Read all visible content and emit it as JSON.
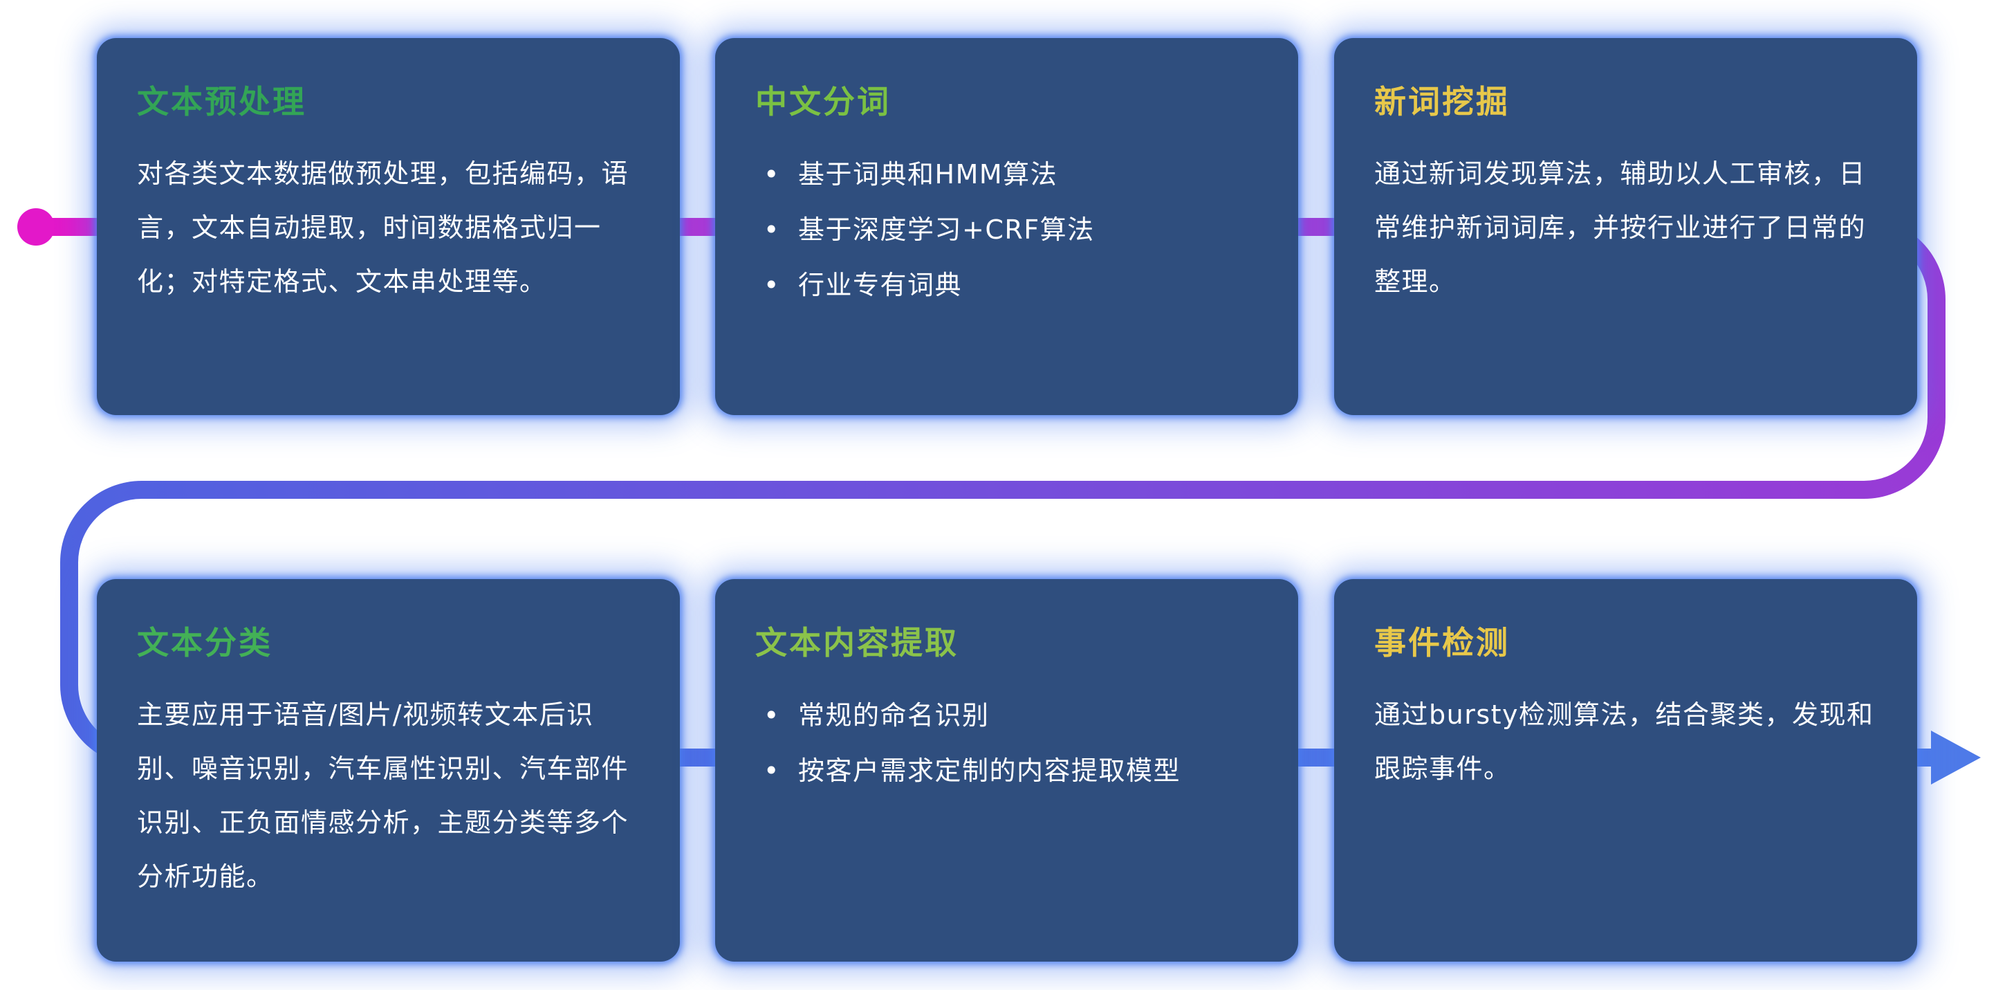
{
  "flow": {
    "start_color": "#e318c9",
    "mid_color": "#9a3ad6",
    "blue_color": "#4e63e0",
    "arrow_color": "#4e7ae8"
  },
  "cards": [
    {
      "id": "text-preprocessing",
      "title": "文本预处理",
      "title_color": "#33a556",
      "body": "对各类文本数据做预处理，包括编码，语言，文本自动提取，时间数据格式归一化；对特定格式、文本串处理等。"
    },
    {
      "id": "chinese-segmentation",
      "title": "中文分词",
      "title_color": "#7bc143",
      "bullets": [
        "基于词典和HMM算法",
        "基于深度学习+CRF算法",
        "行业专有词典"
      ]
    },
    {
      "id": "new-word-mining",
      "title": "新词挖掘",
      "title_color": "#e8c84a",
      "body": "通过新词发现算法，辅助以人工审核，日常维护新词词库，并按行业进行了日常的整理。"
    },
    {
      "id": "text-classification",
      "title": "文本分类",
      "title_color": "#43b156",
      "body": "主要应用于语音/图片/视频转文本后识别、噪音识别，汽车属性识别、汽车部件识别、正负面情感分析，主题分类等多个分析功能。"
    },
    {
      "id": "content-extraction",
      "title": "文本内容提取",
      "title_color": "#8bc34a",
      "bullets": [
        "常规的命名识别",
        "按客户需求定制的内容提取模型"
      ]
    },
    {
      "id": "event-detection",
      "title": "事件检测",
      "title_color": "#e8c84a",
      "body": "通过bursty检测算法，结合聚类，发现和跟踪事件。"
    }
  ]
}
